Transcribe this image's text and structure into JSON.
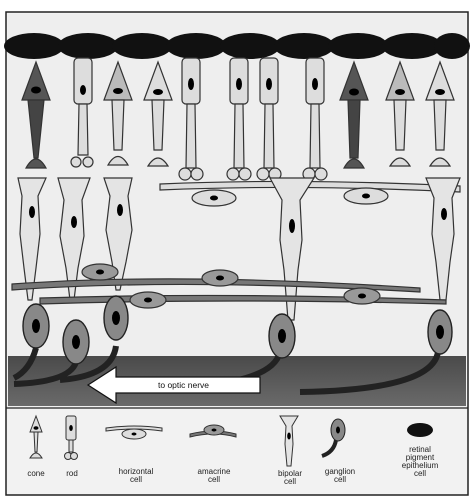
{
  "arrow_label": "to optic nerve",
  "legend": [
    {
      "icon": "cone-icon",
      "label_lines": [
        "cone"
      ]
    },
    {
      "icon": "rod-icon",
      "label_lines": [
        "rod"
      ]
    },
    {
      "icon": "horizontal-cell-icon",
      "label_lines": [
        "horizontal",
        "cell"
      ]
    },
    {
      "icon": "amacrine-cell-icon",
      "label_lines": [
        "amacrine",
        "cell"
      ]
    },
    {
      "icon": "bipolar-cell-icon",
      "label_lines": [
        "bipolar",
        "cell"
      ]
    },
    {
      "icon": "ganglion-cell-icon",
      "label_lines": [
        "ganglion",
        "cell"
      ]
    },
    {
      "icon": "retinal-pigment-epithelium-icon",
      "label_lines": [
        "retinal",
        "pigment",
        "epithelium",
        "cell"
      ]
    }
  ]
}
